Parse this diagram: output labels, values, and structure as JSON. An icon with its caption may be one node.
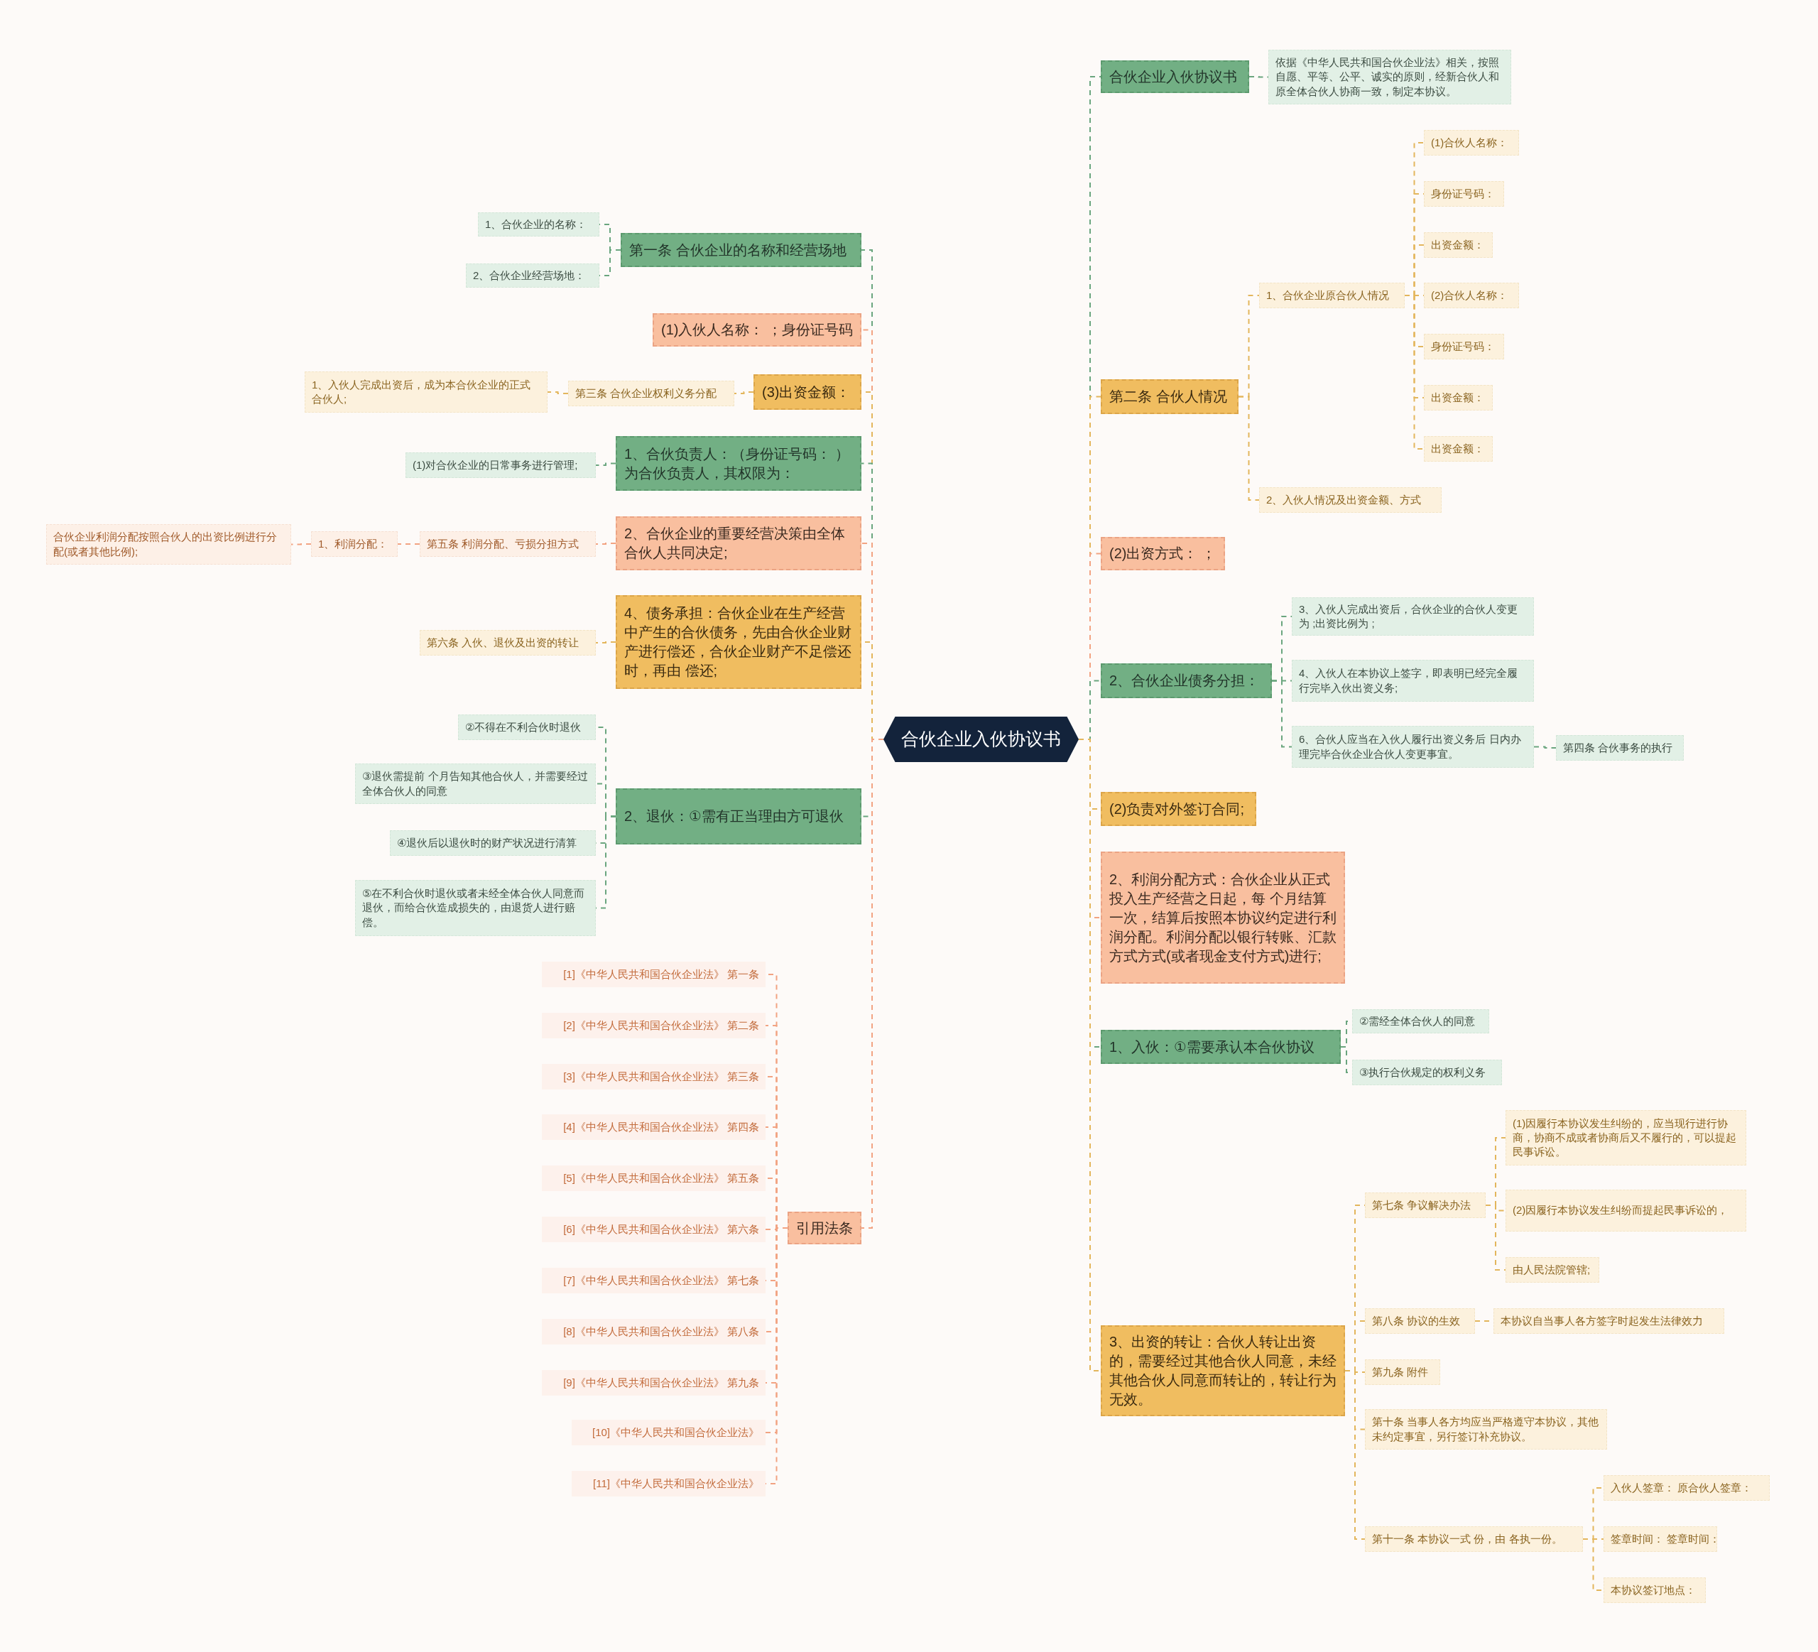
{
  "diagram": {
    "nodes": [
      {
        "text": [
          "合伙企业入伙协议书"
        ]
      },
      {
        "text": [
          "第一条 合伙企业的名称和经营场地"
        ]
      },
      {
        "text": [
          "1、合伙企业的名称："
        ]
      },
      {
        "text": [
          "2、合伙企业经营场地："
        ]
      },
      {
        "text": [
          "(1)入伙人名称： ；身份证号码"
        ]
      },
      {
        "text": [
          "(3)出资金额："
        ]
      },
      {
        "text": [
          "第三条 合伙企业权利义务分配"
        ]
      },
      {
        "text": [
          "1、入伙人完成出资后，成为本合伙企业的正式合伙人;"
        ]
      },
      {
        "text": [
          "1、合伙负责人：（身份证号码： ）为合伙负责人，其权限为："
        ]
      },
      {
        "text": [
          "(1)对合伙企业的日常事务进行管理;"
        ]
      },
      {
        "text": [
          "2、合伙企业的重要经营决策由全体合伙人共同决定;"
        ]
      },
      {
        "text": [
          "第五条 利润分配、亏损分担方式"
        ]
      },
      {
        "text": [
          "1、利润分配："
        ]
      },
      {
        "text": [
          "合伙企业利润分配按照合伙人的出资比例进行分配(或者其他比例);"
        ]
      },
      {
        "text": [
          "4、债务承担：合伙企业在生产经营中产生的合伙债务，先由合伙企业财产进行偿还，合伙企业财产不足偿还时，再由 偿还;"
        ]
      },
      {
        "text": [
          "第六条 入伙、退伙及出资的转让"
        ]
      },
      {
        "text": [
          "2、退伙：①需有正当理由方可退伙"
        ]
      },
      {
        "text": [
          "②不得在不利合伙时退伙"
        ]
      },
      {
        "text": [
          "③退伙需提前 个月告知其他合伙人，并需要经过全体合伙人的同意"
        ]
      },
      {
        "text": [
          "④退伙后以退伙时的财产状况进行清算"
        ]
      },
      {
        "text": [
          "⑤在不利合伙时退伙或者未经全体合伙人同意而退伙，而给合伙造成损失的，由退货人进行赔偿。"
        ]
      },
      {
        "text": [
          "引用法条"
        ]
      },
      {
        "text": [
          "[1]《中华人民共和国合伙企业法》 第一条"
        ]
      },
      {
        "text": [
          "[2]《中华人民共和国合伙企业法》 第二条"
        ]
      },
      {
        "text": [
          "[3]《中华人民共和国合伙企业法》 第三条"
        ]
      },
      {
        "text": [
          "[4]《中华人民共和国合伙企业法》 第四条"
        ]
      },
      {
        "text": [
          "[5]《中华人民共和国合伙企业法》 第五条"
        ]
      },
      {
        "text": [
          "[6]《中华人民共和国合伙企业法》 第六条"
        ]
      },
      {
        "text": [
          "[7]《中华人民共和国合伙企业法》 第七条"
        ]
      },
      {
        "text": [
          "[8]《中华人民共和国合伙企业法》 第八条"
        ]
      },
      {
        "text": [
          "[9]《中华人民共和国合伙企业法》 第九条"
        ]
      },
      {
        "text": [
          "[10]《中华人民共和国合伙企业法》"
        ]
      },
      {
        "text": [
          "[11]《中华人民共和国合伙企业法》"
        ]
      },
      {
        "text": [
          "合伙企业入伙协议书"
        ]
      },
      {
        "text": [
          "依据《中华人民共和国合伙企业法》相关，按照自愿、平等、公平、诚实的原则，经新合伙人和原全体合伙人协商一致，制定本协议。"
        ]
      },
      {
        "text": [
          "第二条 合伙人情况"
        ]
      },
      {
        "text": [
          "1、合伙企业原合伙人情况"
        ]
      },
      {
        "text": [
          "(1)合伙人名称："
        ]
      },
      {
        "text": [
          "身份证号码："
        ]
      },
      {
        "text": [
          "出资金额："
        ]
      },
      {
        "text": [
          "(2)合伙人名称："
        ]
      },
      {
        "text": [
          "身份证号码："
        ]
      },
      {
        "text": [
          "出资金额："
        ]
      },
      {
        "text": [
          "出资金额："
        ]
      },
      {
        "text": [
          "2、入伙人情况及出资金额、方式"
        ]
      },
      {
        "text": [
          "(2)出资方式： ；"
        ]
      },
      {
        "text": [
          "2、合伙企业债务分担："
        ]
      },
      {
        "text": [
          "3、入伙人完成出资后，合伙企业的合伙人变更为 ;出资比例为 ;"
        ]
      },
      {
        "text": [
          "4、入伙人在本协议上签字，即表明已经完全履行完毕入伙出资义务;"
        ]
      },
      {
        "text": [
          "6、合伙人应当在入伙人履行出资义务后 日内办理完毕合伙企业合伙人变更事宜。"
        ]
      },
      {
        "text": [
          "第四条 合伙事务的执行"
        ]
      },
      {
        "text": [
          "(2)负责对外签订合同;"
        ]
      },
      {
        "text": [
          "2、利润分配方式：合伙企业从正式投入生产经营之日起，每 个月结算一次，结算后按照本协议约定进行利润分配。利润分配以银行转账、汇款方式方式(或者现金支付方式)进行;"
        ]
      },
      {
        "text": [
          "1、入伙：①需要承认本合伙协议"
        ]
      },
      {
        "text": [
          "②需经全体合伙人的同意"
        ]
      },
      {
        "text": [
          "③执行合伙规定的权利义务"
        ]
      },
      {
        "text": [
          "3、出资的转让：合伙人转让出资的，需要经过其他合伙人同意，未经其他合伙人同意而转让的，转让行为无效。"
        ]
      },
      {
        "text": [
          "第七条 争议解决办法"
        ]
      },
      {
        "text": [
          "(1)因履行本协议发生纠纷的，应当现行进行协商，协商不成或者协商后又不履行的，可以提起民事诉讼。"
        ]
      },
      {
        "text": [
          "(2)因履行本协议发生纠纷而提起民事诉讼的，"
        ]
      },
      {
        "text": [
          "由人民法院管辖;"
        ]
      },
      {
        "text": [
          "第八条 协议的生效"
        ]
      },
      {
        "text": [
          "本协议自当事人各方签字时起发生法律效力"
        ]
      },
      {
        "text": [
          "第九条 附件"
        ]
      },
      {
        "text": [
          "第十条 当事人各方均应当严格遵守本协议，其他未约定事宜，另行签订补充协议。"
        ]
      },
      {
        "text": [
          "第十一条 本协议一式 份，由 各执一份。"
        ]
      },
      {
        "text": [
          "入伙人签章： 原合伙人签章："
        ]
      },
      {
        "text": [
          "签章时间： 签章时间："
        ]
      },
      {
        "text": [
          "本协议签订地点："
        ]
      }
    ],
    "edges": [
      {
        "from": 0,
        "to": 1,
        "arrow": "none",
        "color": "#6aa57e"
      },
      {
        "from": 1,
        "to": 2,
        "arrow": "none",
        "color": "#6aa57e"
      },
      {
        "from": 1,
        "to": 3,
        "arrow": "none",
        "color": "#6aa57e"
      },
      {
        "from": 0,
        "to": 4,
        "arrow": "none",
        "color": "#f2a382"
      },
      {
        "from": 0,
        "to": 5,
        "arrow": "none"
      },
      {
        "from": 5,
        "to": 6,
        "arrow": "none"
      },
      {
        "from": 6,
        "to": 7,
        "arrow": "none"
      },
      {
        "from": 0,
        "to": 8,
        "arrow": "none",
        "color": "#6aa57e"
      },
      {
        "from": 8,
        "to": 9,
        "arrow": "none",
        "color": "#6aa57e"
      },
      {
        "from": 0,
        "to": 10,
        "arrow": "none",
        "color": "#f2a382"
      },
      {
        "from": 10,
        "to": 11,
        "arrow": "none",
        "color": "#f2a382"
      },
      {
        "from": 11,
        "to": 12,
        "arrow": "none",
        "color": "#f2a382"
      },
      {
        "from": 12,
        "to": 13,
        "arrow": "none",
        "color": "#f2a382"
      },
      {
        "from": 0,
        "to": 14,
        "arrow": "none"
      },
      {
        "from": 14,
        "to": 15,
        "arrow": "none"
      },
      {
        "from": 0,
        "to": 16,
        "arrow": "none",
        "color": "#6aa57e"
      },
      {
        "from": 16,
        "to": 17,
        "arrow": "none",
        "color": "#6aa57e"
      },
      {
        "from": 16,
        "to": 18,
        "arrow": "none",
        "color": "#6aa57e"
      },
      {
        "from": 16,
        "to": 19,
        "arrow": "none",
        "color": "#6aa57e"
      },
      {
        "from": 16,
        "to": 20,
        "arrow": "none",
        "color": "#6aa57e"
      },
      {
        "from": 0,
        "to": 21,
        "arrow": "none",
        "color": "#f2a382"
      },
      {
        "from": 21,
        "to": 22,
        "arrow": "none",
        "color": "#f2a382"
      },
      {
        "from": 21,
        "to": 23,
        "arrow": "none",
        "color": "#f2a382"
      },
      {
        "from": 21,
        "to": 24,
        "arrow": "none",
        "color": "#f2a382"
      },
      {
        "from": 21,
        "to": 25,
        "arrow": "none",
        "color": "#f2a382"
      },
      {
        "from": 21,
        "to": 26,
        "arrow": "none",
        "color": "#f2a382"
      },
      {
        "from": 21,
        "to": 27,
        "arrow": "none",
        "color": "#f2a382"
      },
      {
        "from": 21,
        "to": 28,
        "arrow": "none",
        "color": "#f2a382"
      },
      {
        "from": 21,
        "to": 29,
        "arrow": "none",
        "color": "#f2a382"
      },
      {
        "from": 21,
        "to": 30,
        "arrow": "none",
        "color": "#f2a382"
      },
      {
        "from": 21,
        "to": 31,
        "arrow": "none",
        "color": "#f2a382"
      },
      {
        "from": 21,
        "to": 32,
        "arrow": "none",
        "color": "#f2a382"
      },
      {
        "from": 0,
        "to": 33,
        "arrow": "none",
        "color": "#6aa57e"
      },
      {
        "from": 33,
        "to": 34,
        "arrow": "none",
        "color": "#6aa57e"
      },
      {
        "from": 0,
        "to": 35,
        "arrow": "none"
      },
      {
        "from": 35,
        "to": 36,
        "arrow": "none"
      },
      {
        "from": 36,
        "to": 37,
        "arrow": "none"
      },
      {
        "from": 36,
        "to": 38,
        "arrow": "none"
      },
      {
        "from": 36,
        "to": 39,
        "arrow": "none"
      },
      {
        "from": 36,
        "to": 40,
        "arrow": "none"
      },
      {
        "from": 36,
        "to": 41,
        "arrow": "none"
      },
      {
        "from": 36,
        "to": 42,
        "arrow": "none"
      },
      {
        "from": 36,
        "to": 43,
        "arrow": "none"
      },
      {
        "from": 35,
        "to": 44,
        "arrow": "none"
      },
      {
        "from": 0,
        "to": 45,
        "arrow": "none",
        "color": "#f2a382"
      },
      {
        "from": 0,
        "to": 46,
        "arrow": "none",
        "color": "#6aa57e"
      },
      {
        "from": 46,
        "to": 47,
        "arrow": "none",
        "color": "#6aa57e"
      },
      {
        "from": 46,
        "to": 48,
        "arrow": "none",
        "color": "#6aa57e"
      },
      {
        "from": 46,
        "to": 49,
        "arrow": "none",
        "color": "#6aa57e"
      },
      {
        "from": 49,
        "to": 50,
        "arrow": "none",
        "color": "#6aa57e"
      },
      {
        "from": 0,
        "to": 51,
        "arrow": "none"
      },
      {
        "from": 0,
        "to": 52,
        "arrow": "none",
        "color": "#f2a382"
      },
      {
        "from": 0,
        "to": 53,
        "arrow": "none",
        "color": "#6aa57e"
      },
      {
        "from": 53,
        "to": 54,
        "arrow": "none",
        "color": "#6aa57e"
      },
      {
        "from": 53,
        "to": 55,
        "arrow": "none",
        "color": "#6aa57e"
      },
      {
        "from": 0,
        "to": 56,
        "arrow": "none"
      },
      {
        "from": 56,
        "to": 57,
        "arrow": "none"
      },
      {
        "from": 57,
        "to": 58,
        "arrow": "none"
      },
      {
        "from": 57,
        "to": 59,
        "arrow": "none"
      },
      {
        "from": 57,
        "to": 60,
        "arrow": "none"
      },
      {
        "from": 56,
        "to": 61,
        "arrow": "none"
      },
      {
        "from": 61,
        "to": 62,
        "arrow": "none"
      },
      {
        "from": 56,
        "to": 63,
        "arrow": "none"
      },
      {
        "from": 56,
        "to": 64,
        "arrow": "none"
      },
      {
        "from": 56,
        "to": 65,
        "arrow": "none"
      },
      {
        "from": 65,
        "to": 66,
        "arrow": "none"
      },
      {
        "from": 65,
        "to": 67,
        "arrow": "none"
      },
      {
        "from": 65,
        "to": 68,
        "arrow": "none"
      }
    ]
  }
}
